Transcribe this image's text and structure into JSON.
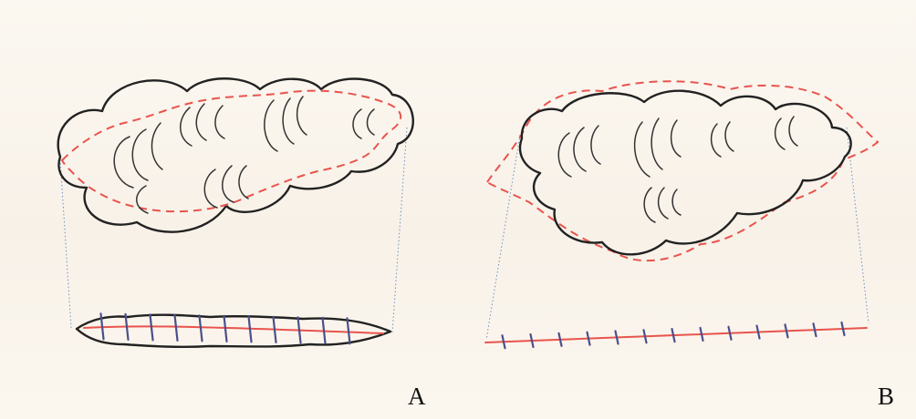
{
  "panels": [
    {
      "id": "A",
      "label": "A"
    },
    {
      "id": "B",
      "label": "B"
    }
  ],
  "colors": {
    "background": "#fbf8f1",
    "lesion_fill": "#f2c4b1",
    "excision_margin": "#e8544d",
    "suture_line": "#e8544d",
    "stitches": "#4b4f8a",
    "outline": "#222222",
    "guide_lines": "#6f8fbf"
  }
}
